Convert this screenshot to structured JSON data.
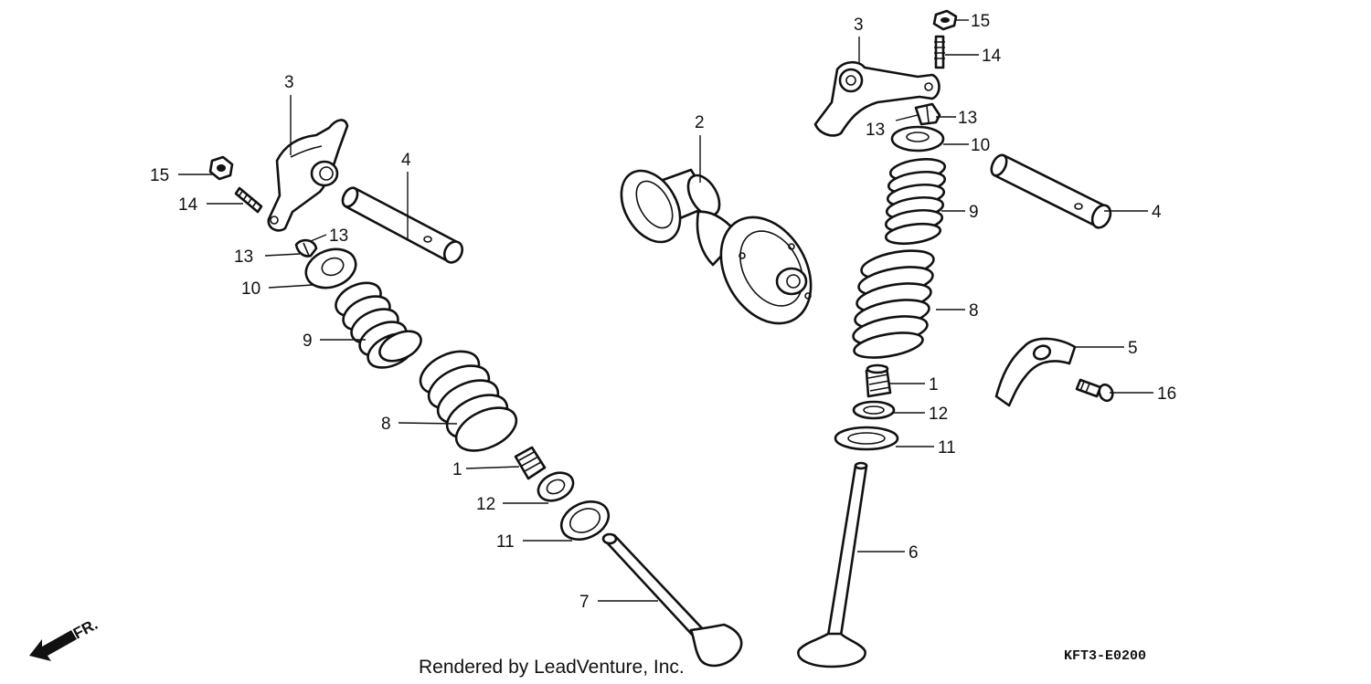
{
  "diagram": {
    "callouts": {
      "l_valve_guide_seal": "1",
      "camshaft": "2",
      "l_rocker_arm": "3",
      "l_rocker_shaft": "4",
      "tensioner_guide": "5",
      "r_valve": "6",
      "l_valve": "7",
      "l_outer_spring": "8",
      "l_inner_spring": "9",
      "l_retainer": "10",
      "l_spring_seat_outer": "11",
      "l_spring_seat_inner": "12",
      "l_cotter_a": "13",
      "l_cotter_b": "13",
      "l_adjust_screw": "14",
      "l_lock_nut": "15",
      "r_valve_guide_seal": "1",
      "r_rocker_arm": "3",
      "r_rocker_shaft": "4",
      "r_outer_spring": "8",
      "r_inner_spring": "9",
      "r_retainer": "10",
      "r_spring_seat_outer": "11",
      "r_spring_seat_inner": "12",
      "r_cotter_a": "13",
      "r_cotter_b": "13",
      "r_adjust_screw": "14",
      "r_lock_nut": "15",
      "bolt": "16"
    },
    "front_marker": "FR.",
    "credit": "Rendered by LeadVenture, Inc.",
    "diagram_code": "KFT3-E0200"
  }
}
